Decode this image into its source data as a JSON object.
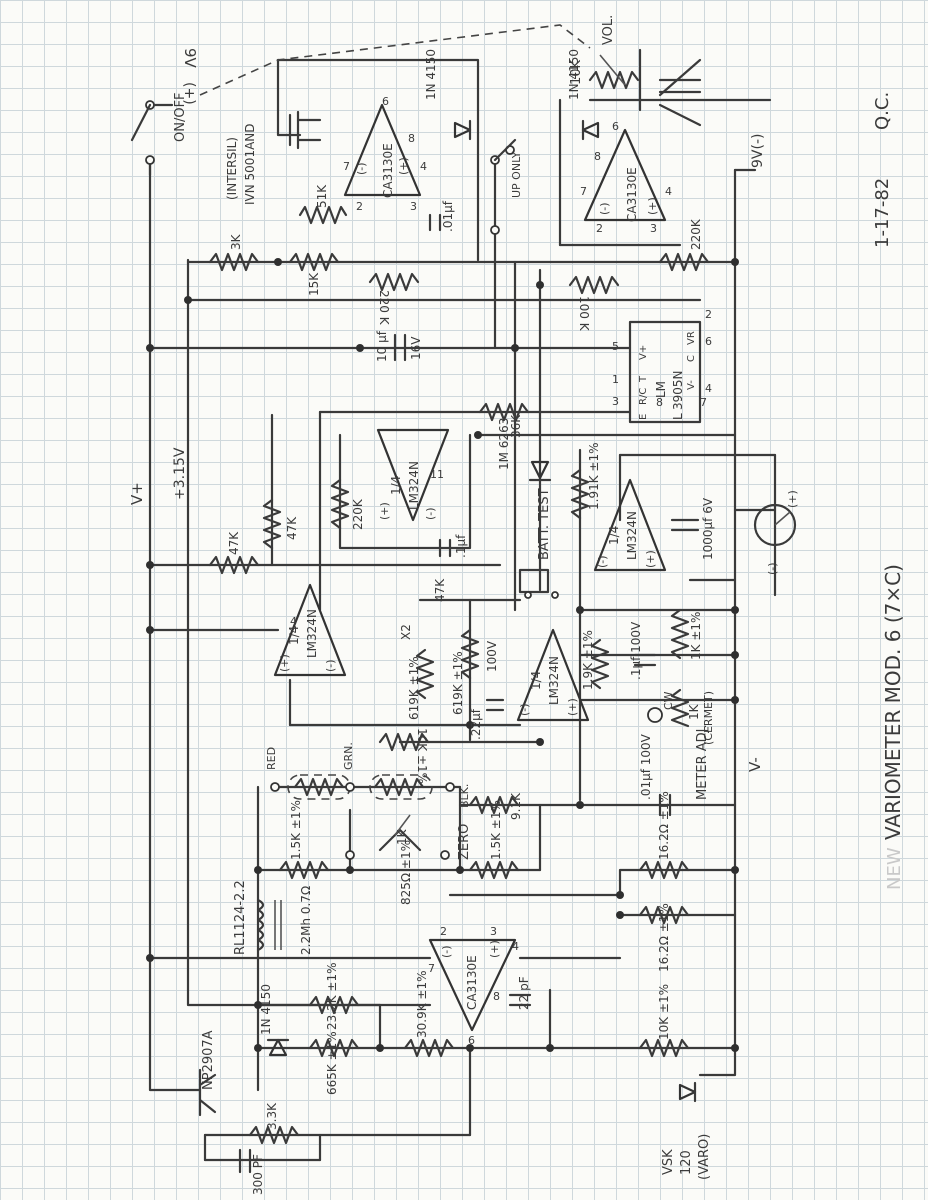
{
  "switches": {
    "power_supply": "9V",
    "power_polarity": "(+)",
    "power_switch": "ON/OFF",
    "up_only": "UP ONLY"
  },
  "chips": {
    "mosfet_make": "(INTERSIL)",
    "mosfet_part": "IVN 5001AND",
    "opamp_ca3130": "CA3130E",
    "quad_quarter": "1/4",
    "quad_part": "LM324N",
    "lm3905_top": "LM",
    "lm3905_part": "3905N",
    "lm3905_bottom": "L",
    "diode_1n4150": "1N 4150",
    "diode_1m6263": "1M 6263",
    "transistor": "NP2907A",
    "coil": "RL1124-2.2",
    "sensor_part": "VSK",
    "sensor_num": "120",
    "sensor_type": "(VARO)"
  },
  "pins": {
    "p1": "1",
    "p2": "2",
    "p3": "3",
    "p4": "4",
    "p5": "5",
    "p6": "6",
    "p7": "7",
    "p8": "8",
    "p11": "11",
    "lm3905_v_plus": "V+",
    "lm3905_t": "T",
    "lm3905_vr": "VR",
    "lm3905_rc": "R/C",
    "lm3905_c": "C",
    "lm3905_e": "E",
    "lm3905_v_minus": "V-",
    "plus": "(+)",
    "minus": "(-)"
  },
  "components": {
    "r_10k": "10K",
    "r_51k": "51K",
    "r_3k": "3K",
    "r_15k": "15K",
    "r_220k": "220K",
    "r_220k_b": "220 K",
    "r_100k": "100 K",
    "r_36k": "36K",
    "r_47k": "47K",
    "r_1_91k": "1.91K ±1%",
    "r_1_9k": "1.9K ±1%",
    "r_1k": "1K",
    "r_1k_tol": "1K ±1%",
    "r_619k": "619K ±1%",
    "r_10k_tol": "10K ±1%",
    "r_1_5k": "1.5K ±1%",
    "r_1_5k_b": "1.5K ±1%",
    "r_9_1k": "9.1K",
    "r_825": "825Ω ±1%",
    "r_16_2": "16.2Ω ±1%",
    "r_23_2k": "23.2K ±1%",
    "r_30_9k": "30.9K ±1%",
    "r_665k": "665K ±1%",
    "r_3_3k": "3.3K",
    "pot_zero": "1K",
    "c_01uf": ".01µf",
    "c_1uf": ".1µf",
    "c_1uf_100v": ".1µf 100V",
    "c_10uf": "10 µf",
    "c_16v": "16V",
    "c_22uf": ".22µf",
    "c_100v": "100V",
    "c_01uf_100v": ".01µf 100V",
    "c_1000uf": "1000µf 6V",
    "c_22pf": "22 pF",
    "c_300pf": "300 PF",
    "inductor": "2.2Mh 0.7Ω",
    "cermet": "(CERMET)",
    "cw": "CW"
  },
  "labels": {
    "vol": "VOL.",
    "neg_supply": "9V(-)",
    "v_plus": "V+",
    "v_3_15": "+3.15V",
    "v_minus": "V-",
    "batt_test": "BATT. TEST",
    "x2": "X2",
    "meter_adj": "METER ADJ.",
    "red": "RED",
    "grn": "GRN.",
    "blk": "BLK.",
    "zero": "ZERO",
    "meter_plus": "(+)",
    "meter_minus": "(-)"
  },
  "title_block": {
    "date": "1-17-82",
    "initials": "Q.C.",
    "title": "VARIOMETER MOD. 6 (7×C)",
    "ghost_word": "NEW"
  }
}
